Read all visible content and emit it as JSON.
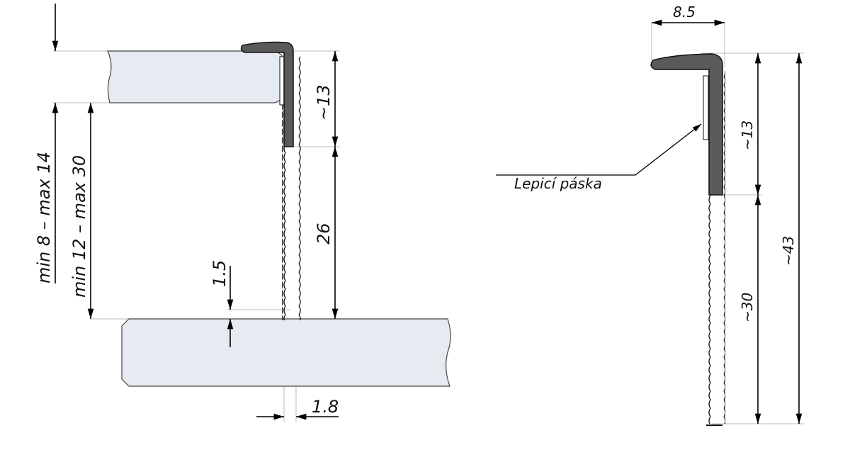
{
  "left_view": {
    "dim_adjust_range": "min 8 – max 14",
    "dim_gap_range": "min 12 – max 30",
    "dim_cap_height": "~13",
    "dim_corrugated_length": "26",
    "dim_gap_offset": "1.5",
    "dim_thickness": "1.8"
  },
  "right_view": {
    "dim_cap_width": "8.5",
    "dim_cap_height": "~13",
    "dim_corrugated_length": "~30",
    "dim_total_length": "~43",
    "label_tape": "Lepicí páska"
  },
  "colors": {
    "board": "#e6ebf2",
    "profile": "#5a5a5a"
  }
}
